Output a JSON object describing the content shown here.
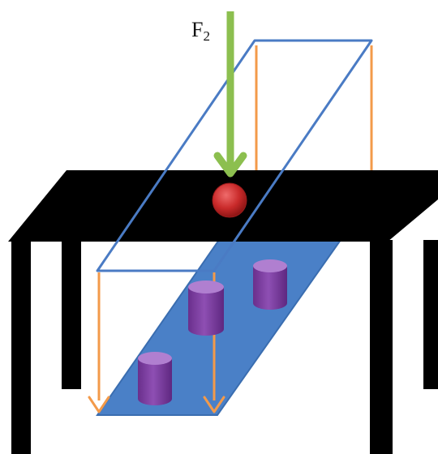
{
  "force": {
    "symbol": "F",
    "subscript": "2"
  },
  "colors": {
    "table": "#000000",
    "frame": "#4a7bc4",
    "area_fill": "#4a80c7",
    "projection_lines": "#f39a4a",
    "force_arrow": "#8cbf4f",
    "ball": "#c92a2a",
    "cylinders": "#7d3fa0"
  },
  "objects": {
    "cylinder_count": 3,
    "ball_count": 1
  }
}
